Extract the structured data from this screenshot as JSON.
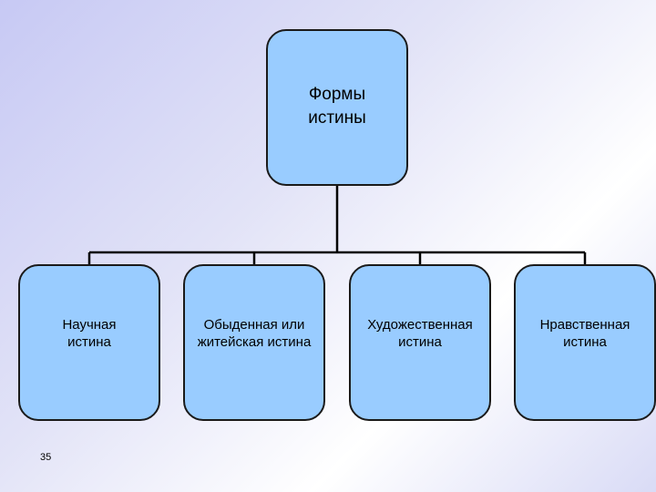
{
  "diagram": {
    "root": {
      "label": "Формы\nистины"
    },
    "children": [
      {
        "label": "Научная\nистина"
      },
      {
        "label": "Обыденная или\nжитейская истина"
      },
      {
        "label": "Художественная\nистина"
      },
      {
        "label": "Нравственная\nистина"
      }
    ]
  },
  "page_number": "35",
  "colors": {
    "box_fill": "#99ccff",
    "box_border": "#1a1a1a",
    "connector": "#000000"
  }
}
